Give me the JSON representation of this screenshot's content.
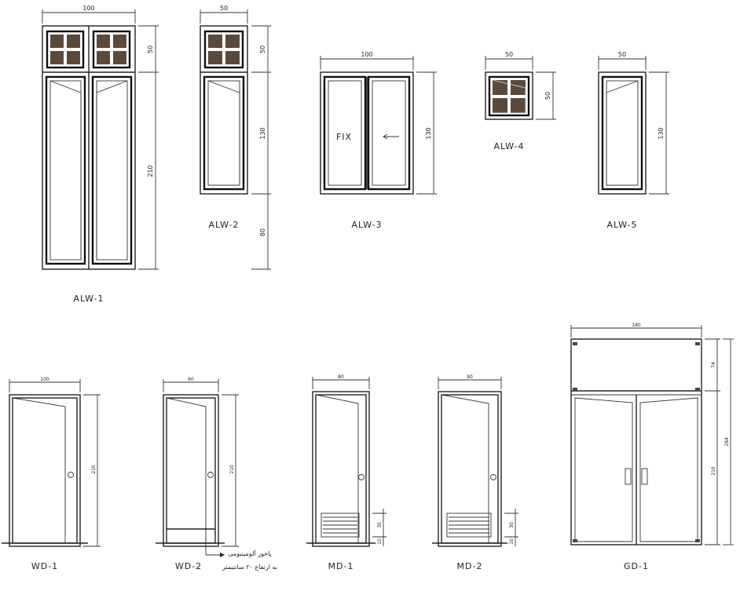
{
  "aluminum_windows": {
    "alw1": {
      "label": "ALW-1",
      "width": "100",
      "transom_h": "50",
      "total_h": "210"
    },
    "alw2": {
      "label": "ALW-2",
      "width": "50",
      "transom_h": "50",
      "panel_h": "130",
      "sill_h": "80"
    },
    "alw3": {
      "label": "ALW-3",
      "width": "100",
      "height": "130",
      "fix_text": "FIX"
    },
    "alw4": {
      "label": "ALW-4",
      "width": "50",
      "height": "50"
    },
    "alw5": {
      "label": "ALW-5",
      "width": "50",
      "height": "130"
    }
  },
  "doors": {
    "wd1": {
      "label": "WD-1",
      "width": "100",
      "height": "210"
    },
    "wd2": {
      "label": "WD-2",
      "width": "60",
      "height": "210",
      "note_line1": "پاخور آلومینیومی",
      "note_line2": "به ارتفاع ۲۰ سانتیمتر"
    },
    "md1": {
      "label": "MD-1",
      "width": "80",
      "grille_h": "30",
      "bottom_h": "10"
    },
    "md2": {
      "label": "MD-2",
      "width": "90",
      "grille_h": "30",
      "bottom_h": "10"
    },
    "gd1": {
      "label": "GD-1",
      "width": "180",
      "transom_h": "74",
      "door_h": "210",
      "total_h": "284"
    }
  }
}
